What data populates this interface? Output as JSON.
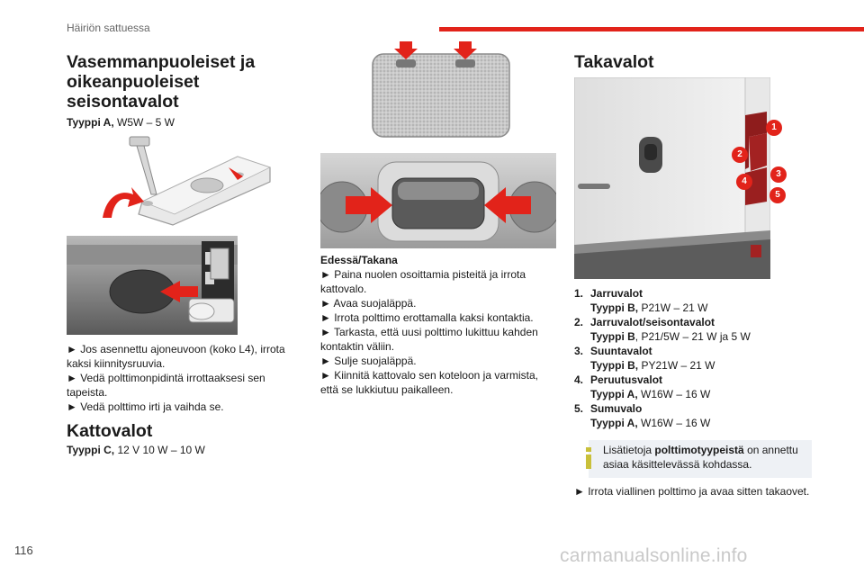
{
  "header": {
    "section": "Häiriön sattuessa"
  },
  "page_number": "116",
  "watermark": "carmanualsonline.info",
  "left": {
    "title": "Vasemmanpuoleiset ja oikeanpuoleiset seisontavalot",
    "type_label": "Tyyppi A,",
    "type_value": " W5W – 5 W",
    "steps": [
      "► Jos asennettu ajoneuvoon (koko L4), irrota kaksi kiinnitysruuvia.",
      "► Vedä polttimonpidintä irrottaaksesi sen tapeista.",
      "► Vedä polttimo irti ja vaihda se."
    ],
    "katto_title": "Kattovalot",
    "katto_type_label": "Tyyppi C,",
    "katto_type_value": " 12 V 10 W – 10 W"
  },
  "middle": {
    "heading": "Edessä/Takana",
    "steps": [
      "► Paina nuolen osoittamia pisteitä ja irrota kattovalo.",
      "► Avaa suojaläppä.",
      "► Irrota polttimo erottamalla kaksi kontaktia.",
      "► Tarkasta, että uusi polttimo lukittuu kahden kontaktin väliin.",
      "► Sulje suojaläppä.",
      "► Kiinnitä kattovalo sen koteloon ja varmista, että se lukkiutuu paikalleen."
    ]
  },
  "right": {
    "title": "Takavalot",
    "callouts": [
      "1",
      "2",
      "3",
      "4",
      "5"
    ],
    "lamps": [
      {
        "num": "1.",
        "name": "Jarruvalot",
        "type_label": "Tyyppi B,",
        "type_value": " P21W – 21 W"
      },
      {
        "num": "2.",
        "name": "Jarruvalot/seisontavalot",
        "type_label": "Tyyppi B",
        "type_value": ", P21/5W – 21 W ja 5 W"
      },
      {
        "num": "3.",
        "name": "Suuntavalot",
        "type_label": "Tyyppi B,",
        "type_value": " PY21W – 21 W"
      },
      {
        "num": "4.",
        "name": "Peruutusvalot",
        "type_label": "Tyyppi A,",
        "type_value": " W16W – 16 W"
      },
      {
        "num": "5.",
        "name": "Sumuvalo",
        "type_label": "Tyyppi A,",
        "type_value": " W16W – 16 W"
      }
    ],
    "info_prefix": "Lisätietoja ",
    "info_bold": "polttimotyypeistä",
    "info_suffix": " on annettu asiaa käsittelevässä kohdassa.",
    "bottom_step": "► Irrota viallinen polttimo ja avaa sitten takaovet."
  },
  "colors": {
    "accent": "#e2231a",
    "info_bg": "#eef1f5",
    "info_icon": "#c9c03a"
  }
}
